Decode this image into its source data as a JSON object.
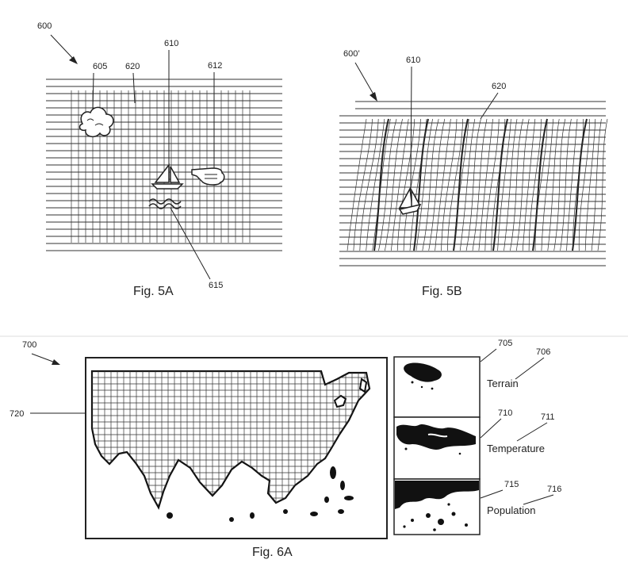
{
  "fig5a": {
    "ref_figure": "600",
    "ref_cloud": "605",
    "ref_boat": "610",
    "ref_grid": "620",
    "ref_hand": "612",
    "ref_wave": "615",
    "caption": "Fig. 5A"
  },
  "fig5b": {
    "ref_figure": "600’",
    "ref_boat": "610",
    "ref_grid": "620",
    "caption": "Fig. 5B"
  },
  "fig6a": {
    "ref_figure": "700",
    "ref_map": "720",
    "caption": "Fig. 6A",
    "layers": [
      {
        "ref_panel": "705",
        "ref_label": "706",
        "label": "Terrain"
      },
      {
        "ref_panel": "710",
        "ref_label": "711",
        "label": "Temperature"
      },
      {
        "ref_panel": "715",
        "ref_label": "716",
        "label": "Population"
      }
    ]
  }
}
